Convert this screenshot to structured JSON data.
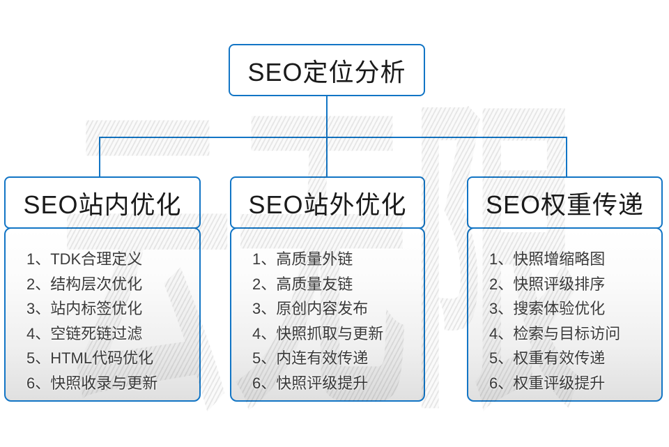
{
  "title_box": {
    "label": "SEO定位分析"
  },
  "watermark": {
    "text": "云无限"
  },
  "colors": {
    "accent_blue": "#1275c5",
    "text_dark": "#3a3a3a",
    "body_gradient_bottom": "#e0e0e0",
    "watermark_gray": "#e6e6e6"
  },
  "columns": [
    {
      "header": "SEO站内优化",
      "items": [
        "1、TDK合理定义",
        "2、结构层次优化",
        "3、站内标签优化",
        "4、空链死链过滤",
        "5、HTML代码优化",
        "6、快照收录与更新"
      ]
    },
    {
      "header": "SEO站外优化",
      "items": [
        "1、高质量外链",
        "2、高质量友链",
        "3、原创内容发布",
        "4、快照抓取与更新",
        "5、内连有效传递",
        "6、快照评级提升"
      ]
    },
    {
      "header": "SEO权重传递",
      "items": [
        "1、快照增缩略图",
        "2、快照评级排序",
        "3、搜索体验优化",
        "4、检索与目标访问",
        "5、权重有效传递",
        "6、权重评级提升"
      ]
    }
  ]
}
